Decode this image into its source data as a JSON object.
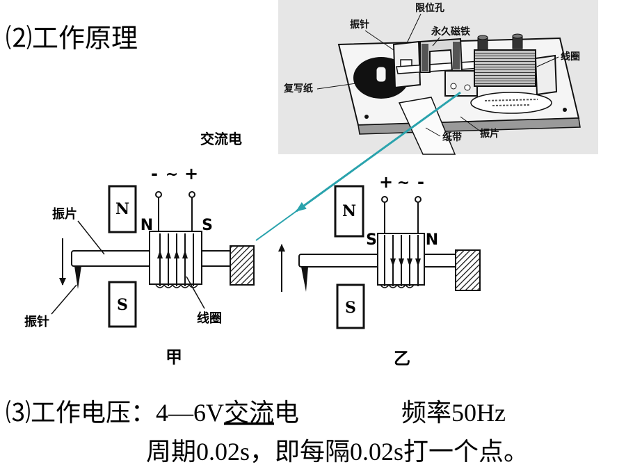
{
  "slide": {
    "title": "⑵工作原理",
    "device_photo": {
      "label_limit_hole": "限位孔",
      "label_needle": "振针",
      "label_magnet": "永久磁铁",
      "label_coil": "线圈",
      "label_carbon_paper": "复写纸",
      "label_tape": "纸带",
      "label_reed": "振片"
    },
    "ac_label": "交流电",
    "diagram_jia": {
      "polarity_left": "-",
      "polarity_mid": "~",
      "polarity_right": "+",
      "top_magnet": "N",
      "bottom_magnet": "S",
      "coil_pole_left": "N",
      "coil_pole_right": "S",
      "label_reed": "振片",
      "label_needle": "振针",
      "label_coil": "线圈",
      "caption": "甲"
    },
    "diagram_yi": {
      "polarity_left": "+",
      "polarity_mid": "~",
      "polarity_right": "-",
      "top_magnet": "N",
      "bottom_magnet": "S",
      "coil_pole_left": "S",
      "coil_pole_right": "N",
      "caption": "乙"
    },
    "working_voltage": {
      "prefix": "⑶工作电压：4—6V",
      "underlined": "交流",
      "suffix": "电",
      "frequency": "频率50Hz"
    },
    "period_line": "周期0.02s，即每隔0.02s打一个点。"
  },
  "colors": {
    "photo_background": "#e6e6e6",
    "pointer_arrow": "#2aa3ad",
    "text": "#000000"
  }
}
